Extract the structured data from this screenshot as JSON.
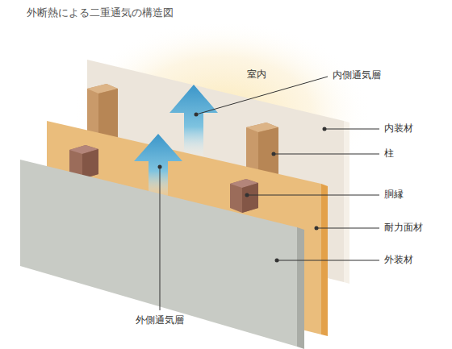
{
  "diagram": {
    "title": "外断熱による二重通気の構造図",
    "labels": [
      "室内",
      "内側通気層",
      "内装材",
      "柱",
      "胴縁",
      "耐力面材",
      "外装材",
      "外側通気層"
    ]
  }
}
